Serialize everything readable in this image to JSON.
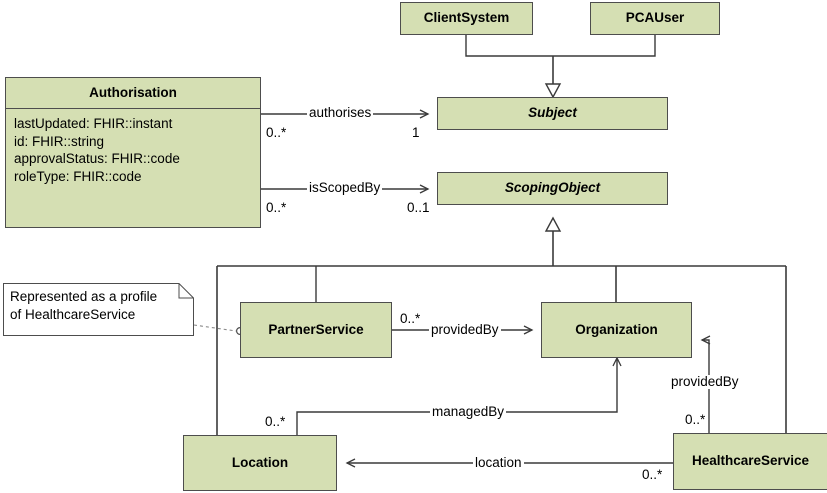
{
  "diagram": {
    "title": "Authorisation / Scoping Object UML class diagram",
    "colors": {
      "class_fill": "#d5dfb3",
      "class_border": "#4d4d4d",
      "line": "#3a3a3a",
      "note_fill": "#ffffff",
      "text": "#000000"
    }
  },
  "classes": {
    "client_system": {
      "name": "ClientSystem"
    },
    "pca_user": {
      "name": "PCAUser"
    },
    "subject": {
      "name": "Subject"
    },
    "scoping_object": {
      "name": "ScopingObject"
    },
    "authorisation": {
      "name": "Authorisation",
      "attributes": [
        "lastUpdated: FHIR::instant",
        "id: FHIR::string",
        "approvalStatus: FHIR::code",
        "roleType: FHIR::code"
      ]
    },
    "partner_service": {
      "name": "PartnerService"
    },
    "organization": {
      "name": "Organization"
    },
    "location": {
      "name": "Location"
    },
    "healthcare_service": {
      "name": "HealthcareService"
    }
  },
  "note": {
    "line1": "Represented as a profile",
    "line2": "of HealthcareService"
  },
  "associations": {
    "authorises": {
      "label": "authorises",
      "source_multiplicity": "0..*",
      "target_multiplicity": "1"
    },
    "is_scoped_by": {
      "label": "isScopedBy",
      "source_multiplicity": "0..*",
      "target_multiplicity": "0..1"
    },
    "partner_provided_by": {
      "label": "providedBy",
      "source_multiplicity": "0..*"
    },
    "managed_by": {
      "label": "managedBy",
      "source_multiplicity": "0..*"
    },
    "hcs_provided_by": {
      "label": "providedBy",
      "source_multiplicity": "0..*"
    },
    "location_assoc": {
      "label": "location",
      "source_multiplicity": "0..*"
    }
  }
}
